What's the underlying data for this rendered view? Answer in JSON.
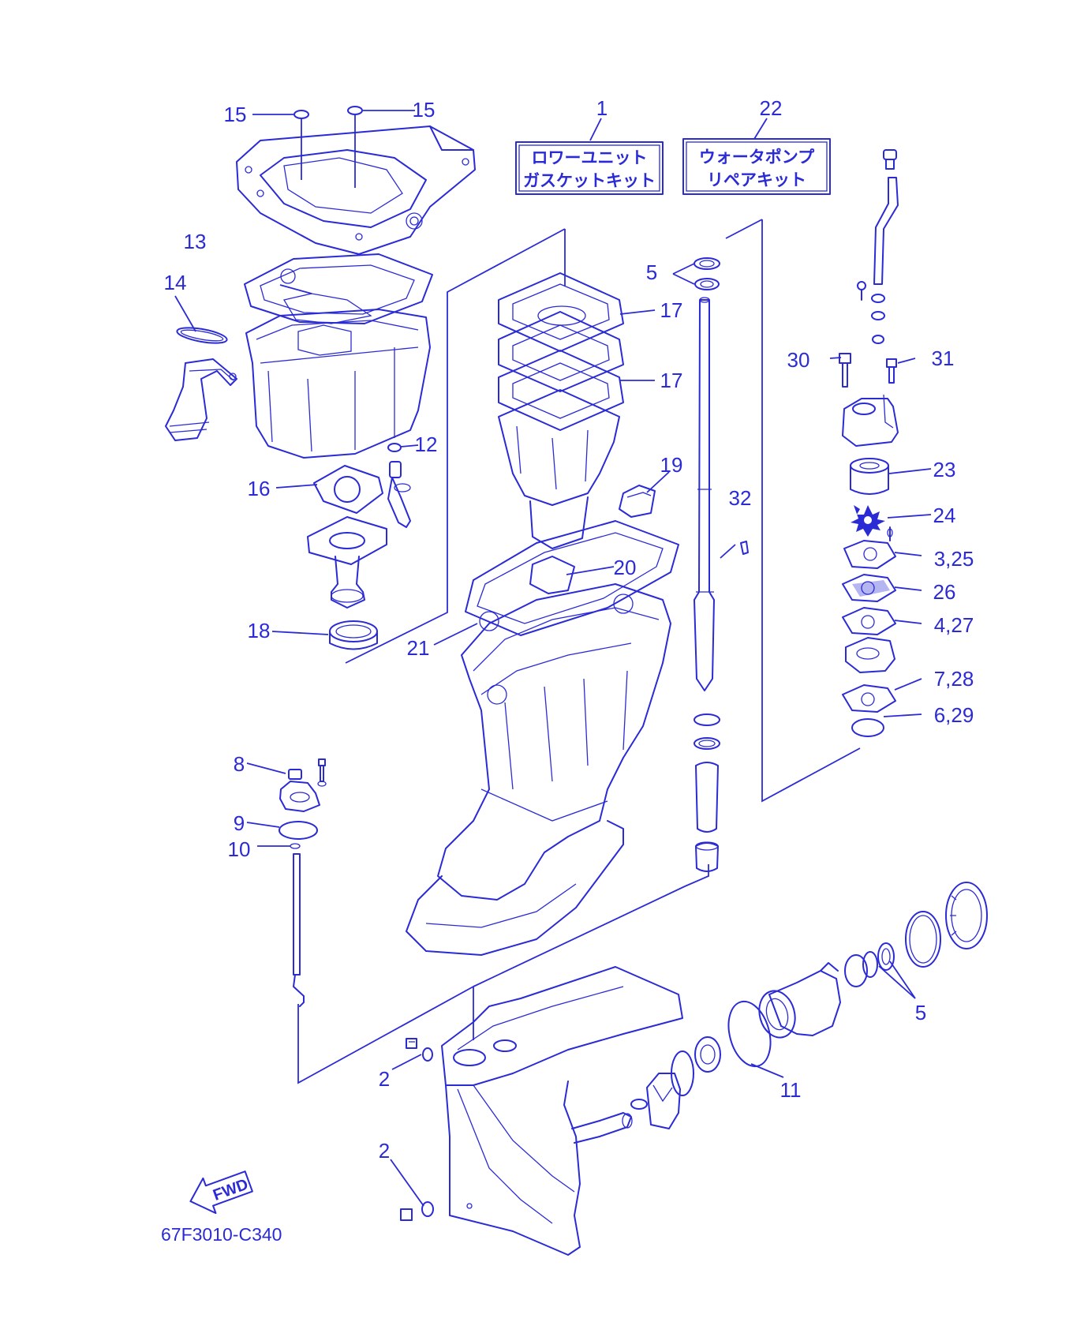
{
  "callouts": {
    "c1": "1",
    "c2a": "2",
    "c2b": "2",
    "c5a": "5",
    "c5b": "5",
    "c8": "8",
    "c9": "9",
    "c10": "10",
    "c11": "11",
    "c12": "12",
    "c13": "13",
    "c14": "14",
    "c15a": "15",
    "c15b": "15",
    "c16": "16",
    "c17a": "17",
    "c17b": "17",
    "c18": "18",
    "c19": "19",
    "c20": "20",
    "c21": "21",
    "c22": "22",
    "c23": "23",
    "c24": "24",
    "c3_25": "3,25",
    "c26": "26",
    "c4_27": "4,27",
    "c30": "30",
    "c31": "31",
    "c32": "32",
    "c7_28": "7,28",
    "c6_29": "6,29"
  },
  "kits": {
    "lower_unit_line1": "ロワーユニット",
    "lower_unit_line2": "ガスケットキット",
    "water_pump_line1": "ウォータポンプ",
    "water_pump_line2": "リペアキット"
  },
  "fwd_label": "FWD",
  "diagram_code": "67F3010-C340",
  "line_color": "#2b2bd6"
}
